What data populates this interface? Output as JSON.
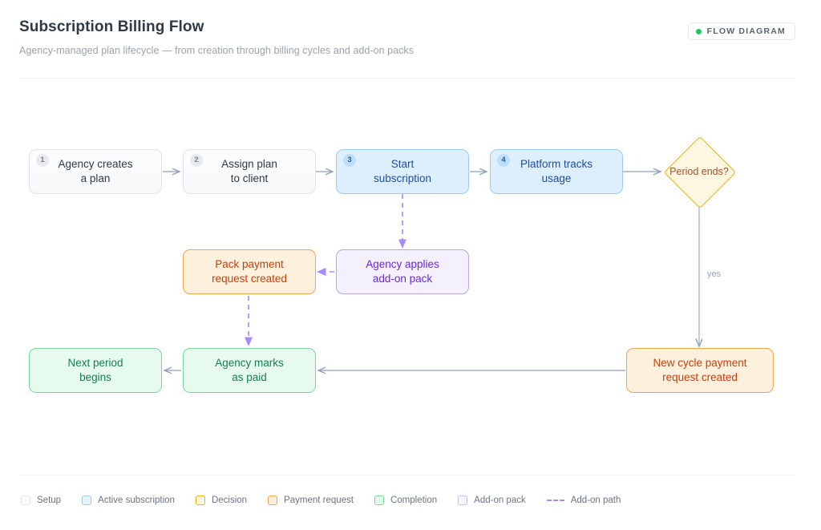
{
  "header": {
    "title": "Subscription Billing Flow",
    "subtitle": "Agency-managed plan lifecycle — from creation through billing cycles and add-on packs",
    "badge": {
      "label": "FLOW DIAGRAM",
      "dot_color": "#22c55e",
      "dot_icon": "status-dot-icon"
    }
  },
  "diagram": {
    "nodes": [
      {
        "id": "n1",
        "number": "1",
        "line1": "Agency creates",
        "line2": "a plan",
        "category": "setup"
      },
      {
        "id": "n2",
        "number": "2",
        "line1": "Assign plan",
        "line2": "to client",
        "category": "setup"
      },
      {
        "id": "n3",
        "number": "3",
        "line1": "Start",
        "line2": "subscription",
        "category": "active"
      },
      {
        "id": "n4",
        "number": "4",
        "line1": "Platform tracks",
        "line2": "usage",
        "category": "active"
      },
      {
        "id": "d1",
        "line1": "Period",
        "line2": "ends?",
        "category": "decision"
      },
      {
        "id": "n5",
        "line1": "New cycle payment",
        "line2": "request created",
        "category": "payment"
      },
      {
        "id": "n6",
        "line1": "Agency applies",
        "line2": "add-on pack",
        "category": "addon"
      },
      {
        "id": "n7",
        "line1": "Pack payment",
        "line2": "request created",
        "category": "payment"
      },
      {
        "id": "n8",
        "line1": "Agency marks",
        "line2": "as paid",
        "category": "completion"
      },
      {
        "id": "n9",
        "line1": "Next period",
        "line2": "begins",
        "category": "completion"
      }
    ],
    "edge_labels": {
      "yes": "yes"
    }
  },
  "legend": {
    "items": [
      {
        "label": "Setup",
        "fill": "#fafbfc",
        "stroke": "#dfe4ea"
      },
      {
        "label": "Active subscription",
        "fill": "#ddeefc",
        "stroke": "#9fcdf0"
      },
      {
        "label": "Decision",
        "fill": "#fdf6e0",
        "stroke": "#eab308"
      },
      {
        "label": "Payment request",
        "fill": "#fdf0dc",
        "stroke": "#f0a64a"
      },
      {
        "label": "Completion",
        "fill": "#e6faee",
        "stroke": "#74d9a1"
      },
      {
        "label": "Add-on pack",
        "fill": "#f7f5fd",
        "stroke": "#c9bdf0"
      }
    ],
    "path_label": "Add-on path",
    "path_color": "#a78bfa"
  }
}
